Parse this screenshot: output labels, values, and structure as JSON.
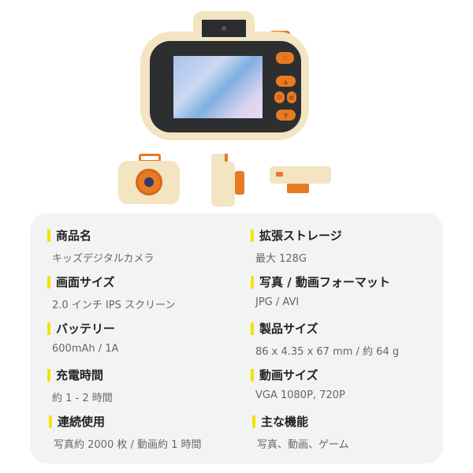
{
  "specs": [
    {
      "label": "商品名",
      "value": "キッズデジタルカメラ"
    },
    {
      "label": "画面サイズ",
      "value": "2.0 インチ IPS スクリーン"
    },
    {
      "label": "バッテリー",
      "value": "600mAh / 1A"
    },
    {
      "label": "充電時間",
      "value": "約 1 - 2 時間"
    },
    {
      "label": "連続使用",
      "value": "写真約 2000 枚 / 動画約 1 時間"
    },
    {
      "label": "拡張ストレージ",
      "value": "最大 128G"
    },
    {
      "label": "写真 / 動画フォーマット",
      "value": "JPG / AVI"
    },
    {
      "label": "製品サイズ",
      "value": "86 x 4.35 x 67 mm / 約 64 g"
    },
    {
      "label": "動画サイズ",
      "value": "VGA 1080P, 720P"
    },
    {
      "label": "主な機能",
      "value": "写真、動画、ゲーム"
    }
  ],
  "colors": {
    "accent": "#f5e20a",
    "body": "#f3e4c2",
    "buttons": "#e77a24",
    "panel": "#f2f4f4"
  }
}
